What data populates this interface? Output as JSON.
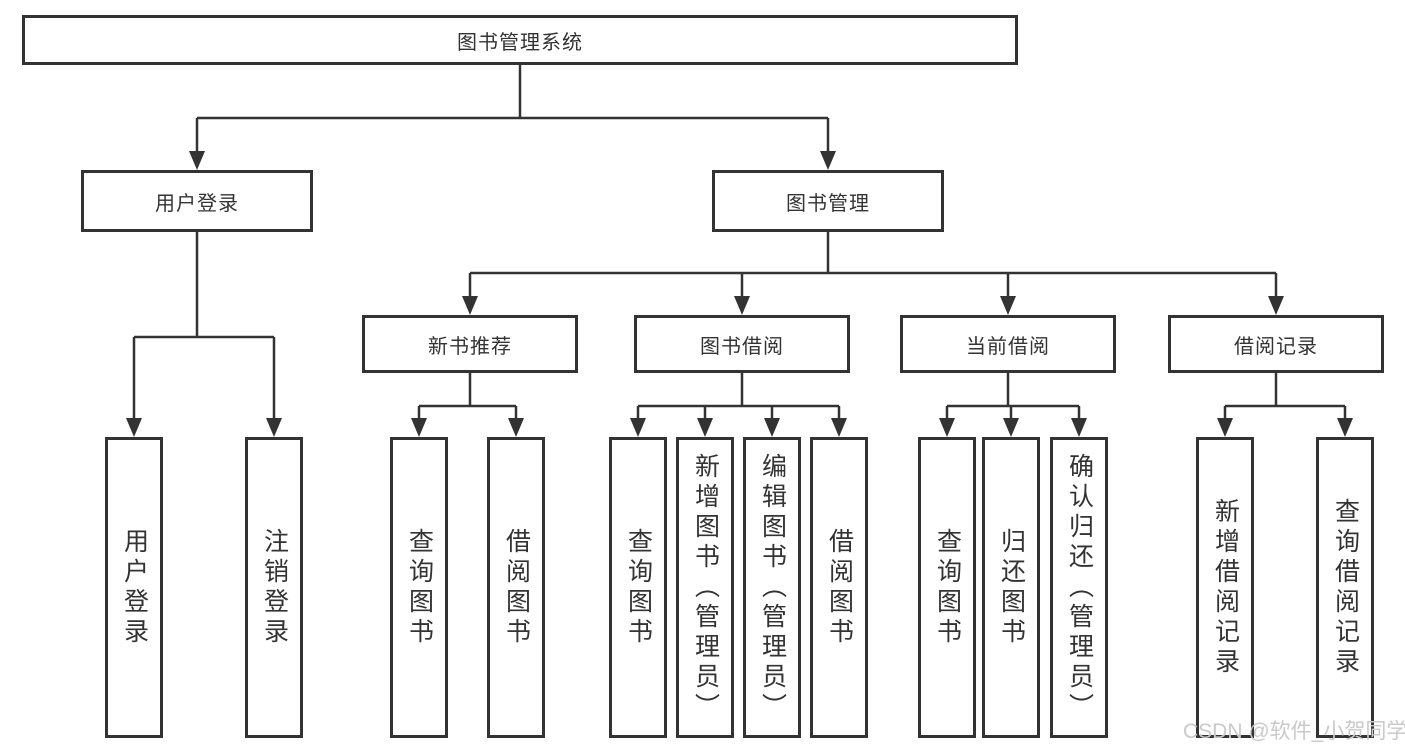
{
  "tree": {
    "root": {
      "label": "图书管理系统",
      "children": [
        {
          "label": "用户登录",
          "children": [
            {
              "label": "用户登录"
            },
            {
              "label": "注销登录"
            }
          ]
        },
        {
          "label": "图书管理",
          "children": [
            {
              "label": "新书推荐",
              "children": [
                {
                  "label": "查询图书"
                },
                {
                  "label": "借阅图书"
                }
              ]
            },
            {
              "label": "图书借阅",
              "children": [
                {
                  "label": "查询图书"
                },
                {
                  "label": "新增图书（管理员）"
                },
                {
                  "label": "编辑图书（管理员）"
                },
                {
                  "label": "借阅图书"
                }
              ]
            },
            {
              "label": "当前借阅",
              "children": [
                {
                  "label": "查询图书"
                },
                {
                  "label": "归还图书"
                },
                {
                  "label": "确认归还（管理员）"
                }
              ]
            },
            {
              "label": "借阅记录",
              "children": [
                {
                  "label": "新增借阅记录"
                },
                {
                  "label": "查询借阅记录"
                }
              ]
            }
          ]
        }
      ]
    }
  },
  "watermark": {
    "text": "CSDN @软件_小贺同学"
  },
  "colors": {
    "line": "#333333",
    "box_border": "#333333",
    "text": "#333333",
    "watermark": "#c9c9c9",
    "background": "#ffffff"
  }
}
